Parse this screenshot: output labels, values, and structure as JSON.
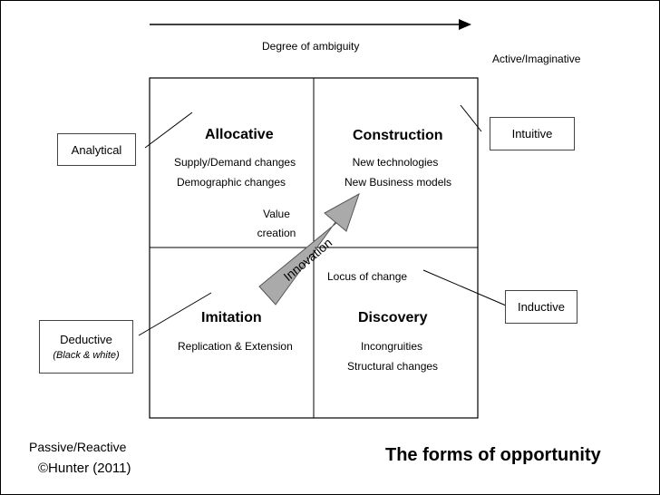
{
  "top_axis_label": "Degree of ambiguity",
  "corner_tr": "Active/Imaginative",
  "corner_bl": "Passive/Reactive",
  "copyright": "©Hunter (2011)",
  "page_title": "The forms of opportunity",
  "labels": {
    "analytical": "Analytical",
    "intuitive": "Intuitive",
    "inductive": "Inductive",
    "deductive": "Deductive",
    "deductive_sub": "(Black & white)"
  },
  "quadrants": {
    "allocative": {
      "title": "Allocative",
      "line1": "Supply/Demand changes",
      "line2": "Demographic changes"
    },
    "construction": {
      "title": "Construction",
      "line1": "New technologies",
      "line2": "New Business models"
    },
    "imitation": {
      "title": "Imitation",
      "line1": "Replication & Extension"
    },
    "discovery": {
      "title": "Discovery",
      "line1": "Incongruities",
      "line2": "Structural changes"
    }
  },
  "value_creation_1": "Value",
  "value_creation_2": "creation",
  "locus": "Locus of change",
  "arrow_label": "Innovation"
}
